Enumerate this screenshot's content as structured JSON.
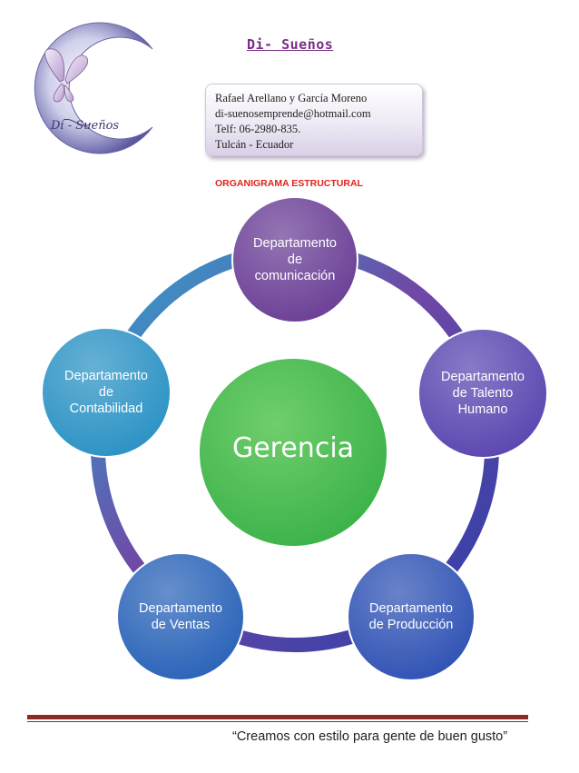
{
  "header": {
    "brand_title": "Di- Sueños",
    "logo_text": "Di - Sueños",
    "contact": {
      "names": "Rafael Arellano y García Moreno",
      "email": "di-suenosemprende@hotmail.com",
      "phone": "Telf: 06-2980-835.",
      "location": "Tulcán - Ecuador"
    }
  },
  "diagram": {
    "title": "ORGANIGRAMA ESTRUCTURAL",
    "center": {
      "label": "Gerencia"
    },
    "nodes": [
      {
        "label": "Departamento\nde\ncomunicación",
        "color": "#6b3f96"
      },
      {
        "label": "Departamento\nde Talento\nHumano",
        "color": "#5b46b0"
      },
      {
        "label": "Departamento\nde Producción",
        "color": "#2f52b4"
      },
      {
        "label": "Departamento\nde Ventas",
        "color": "#2a63b8"
      },
      {
        "label": "Departamento\nde\nContabilidad",
        "color": "#2b92c4"
      }
    ],
    "colors": {
      "center": "#3cb24a",
      "ring_start": "#2aa9cf",
      "ring_mid": "#7048a6",
      "ring_end": "#2a3fa8"
    }
  },
  "footer": {
    "slogan": "“Creamos con estilo para gente de buen gusto”"
  }
}
